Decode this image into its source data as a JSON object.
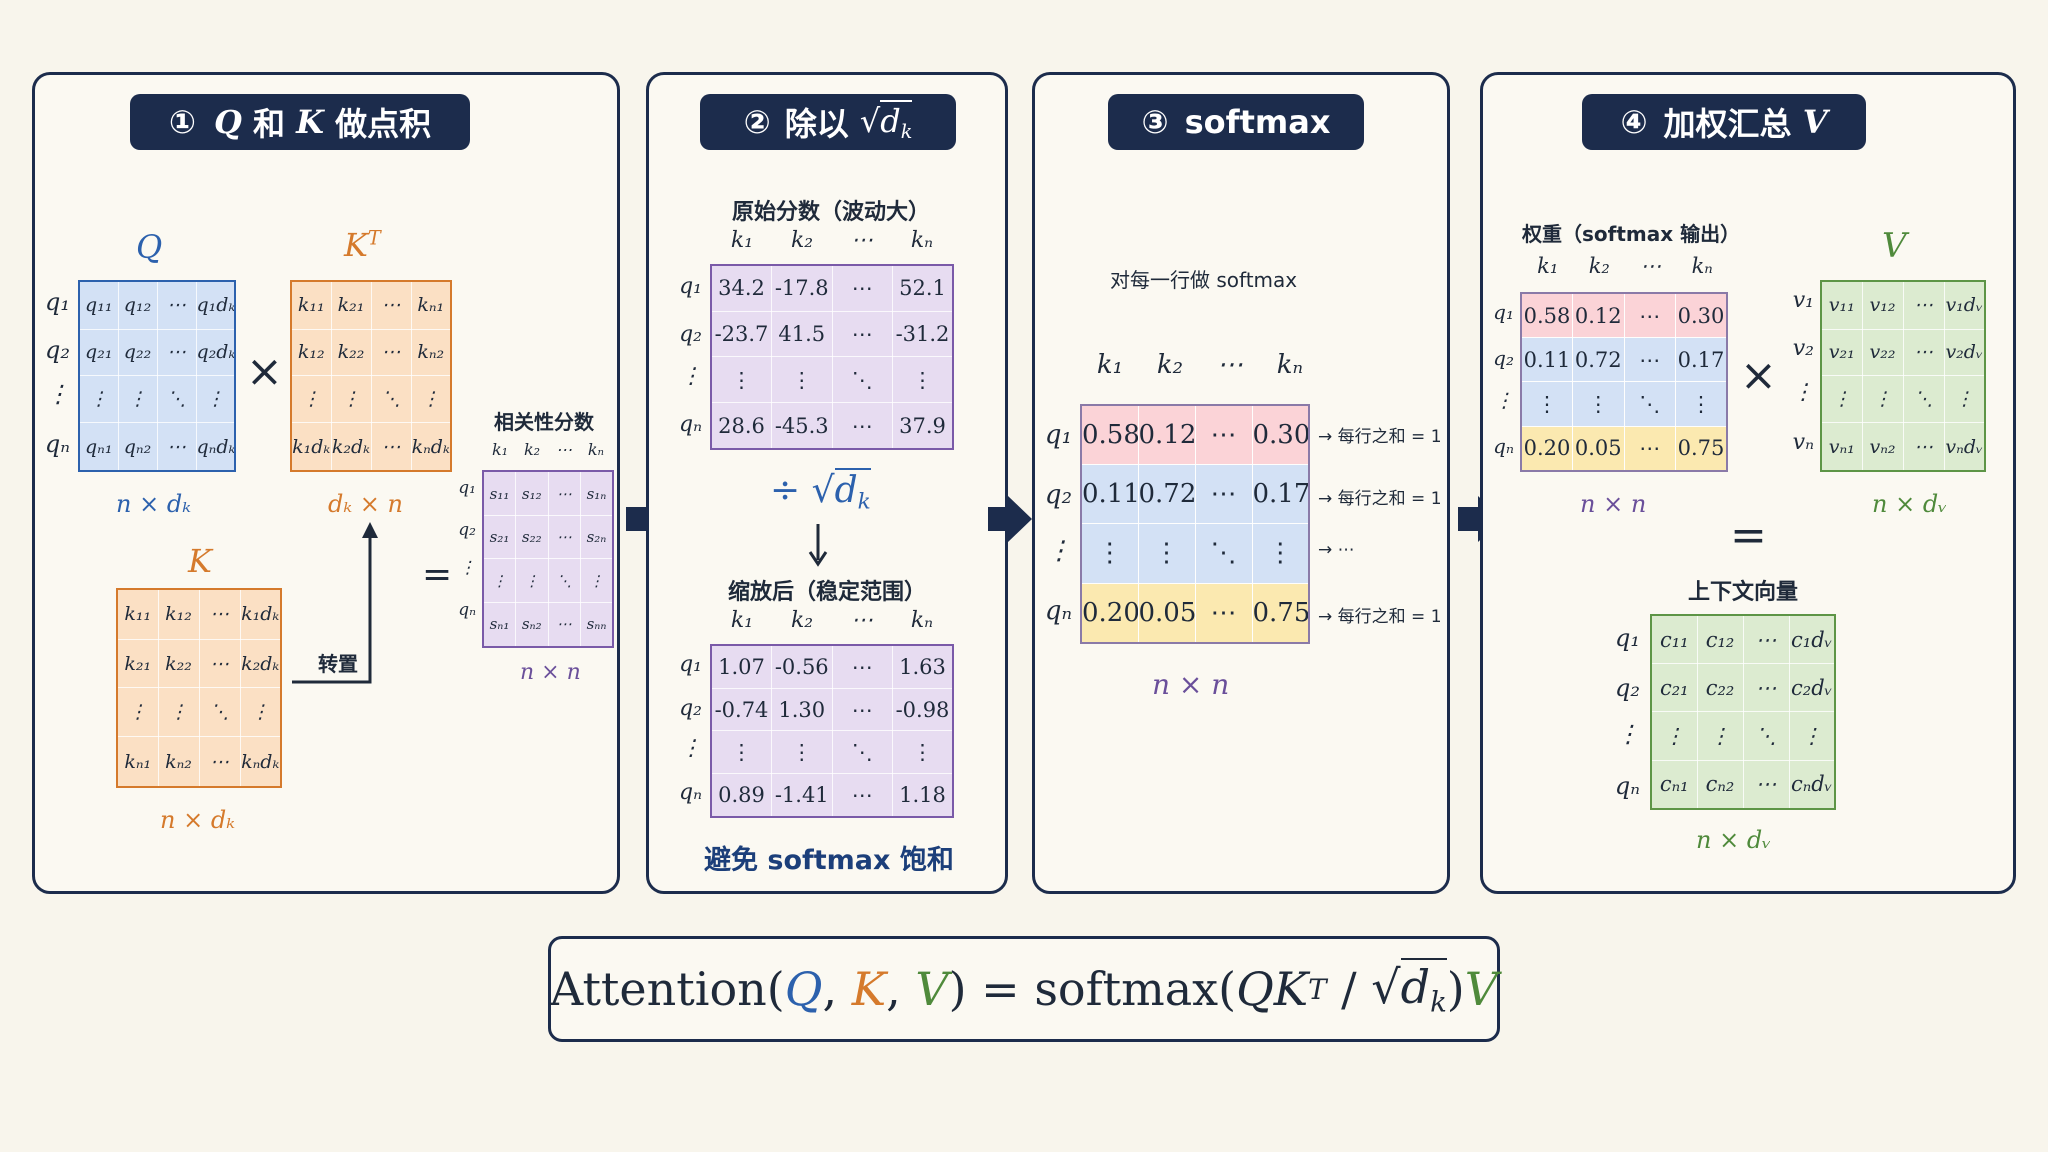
{
  "steps": [
    {
      "num": "①",
      "title_pre": "Q",
      "title_mid": " 和 ",
      "title_k": "K",
      "title_post": " 做点积"
    },
    {
      "num": "②",
      "title": "除以 "
    },
    {
      "num": "③",
      "title": "softmax"
    },
    {
      "num": "④",
      "title": "加权汇总 ",
      "title_v": "V"
    }
  ],
  "sym": {
    "Q": "Q",
    "K": "K",
    "KT": "K",
    "T": "T",
    "V": "V",
    "dk": "d",
    "k": "k",
    "v": "v",
    "n": "n"
  },
  "panel1": {
    "q_rows": [
      "q₁",
      "q₂",
      "⋮",
      "qₙ"
    ],
    "q_cells": [
      [
        "q₁₁",
        "q₁₂",
        "⋯",
        "q₁dₖ"
      ],
      [
        "q₂₁",
        "q₂₂",
        "⋯",
        "q₂dₖ"
      ],
      [
        "⋮",
        "⋮",
        "⋱",
        "⋮"
      ],
      [
        "qₙ₁",
        "qₙ₂",
        "⋯",
        "qₙdₖ"
      ]
    ],
    "q_dim": "n × dₖ",
    "kt_cells": [
      [
        "k₁₁",
        "k₂₁",
        "⋯",
        "kₙ₁"
      ],
      [
        "k₁₂",
        "k₂₂",
        "⋯",
        "kₙ₂"
      ],
      [
        "⋮",
        "⋮",
        "⋱",
        "⋮"
      ],
      [
        "k₁dₖ",
        "k₂dₖ",
        "⋯",
        "kₙdₖ"
      ]
    ],
    "kt_dim": "dₖ × n",
    "k_cells": [
      [
        "k₁₁",
        "k₁₂",
        "⋯",
        "k₁dₖ"
      ],
      [
        "k₂₁",
        "k₂₂",
        "⋯",
        "k₂dₖ"
      ],
      [
        "⋮",
        "⋮",
        "⋱",
        "⋮"
      ],
      [
        "kₙ₁",
        "kₙ₂",
        "⋯",
        "kₙdₖ"
      ]
    ],
    "k_dim": "n × dₖ",
    "transpose": "转置",
    "times": "×",
    "equals": "=",
    "score_title": "相关性分数",
    "score_cols": [
      "k₁",
      "k₂",
      "⋯",
      "kₙ"
    ],
    "score_rows": [
      "q₁",
      "q₂",
      "⋮",
      "qₙ"
    ],
    "score_cells": [
      [
        "s₁₁",
        "s₁₂",
        "⋯",
        "s₁ₙ"
      ],
      [
        "s₂₁",
        "s₂₂",
        "⋯",
        "s₂ₙ"
      ],
      [
        "⋮",
        "⋮",
        "⋱",
        "⋮"
      ],
      [
        "sₙ₁",
        "sₙ₂",
        "⋯",
        "sₙₙ"
      ]
    ],
    "score_dim": "n × n"
  },
  "panel2": {
    "raw_title": "原始分数（波动大）",
    "cols": [
      "k₁",
      "k₂",
      "⋯",
      "kₙ"
    ],
    "rows": [
      "q₁",
      "q₂",
      "⋮",
      "qₙ"
    ],
    "raw_cells": [
      [
        "34.2",
        "-17.8",
        "⋯",
        "52.1"
      ],
      [
        "-23.7",
        "41.5",
        "⋯",
        "-31.2"
      ],
      [
        "⋮",
        "⋮",
        "⋱",
        "⋮"
      ],
      [
        "28.6",
        "-45.3",
        "⋯",
        "37.9"
      ]
    ],
    "divide": "÷",
    "scaled_title": "缩放后（稳定范围）",
    "scaled_cells": [
      [
        "1.07",
        "-0.56",
        "⋯",
        "1.63"
      ],
      [
        "-0.74",
        "1.30",
        "⋯",
        "-0.98"
      ],
      [
        "⋮",
        "⋮",
        "⋱",
        "⋮"
      ],
      [
        "0.89",
        "-1.41",
        "⋯",
        "1.18"
      ]
    ],
    "footer": "避免 softmax 饱和"
  },
  "panel3": {
    "note": "对每一行做 softmax",
    "cols": [
      "k₁",
      "k₂",
      "⋯",
      "kₙ"
    ],
    "rows": [
      "q₁",
      "q₂",
      "⋮",
      "qₙ"
    ],
    "cells": [
      [
        "0.58",
        "0.12",
        "⋯",
        "0.30"
      ],
      [
        "0.11",
        "0.72",
        "⋯",
        "0.17"
      ],
      [
        "⋮",
        "⋮",
        "⋱",
        "⋮"
      ],
      [
        "0.20",
        "0.05",
        "⋯",
        "0.75"
      ]
    ],
    "row_notes": [
      "→ 每行之和 = 1",
      "→ 每行之和 = 1",
      "→ ⋯",
      "→ 每行之和 = 1"
    ],
    "dim": "n × n"
  },
  "panel4": {
    "weights_title": "权重（softmax 输出）",
    "cols": [
      "k₁",
      "k₂",
      "⋯",
      "kₙ"
    ],
    "rows": [
      "q₁",
      "q₂",
      "⋮",
      "qₙ"
    ],
    "w_cells": [
      [
        "0.58",
        "0.12",
        "⋯",
        "0.30"
      ],
      [
        "0.11",
        "0.72",
        "⋯",
        "0.17"
      ],
      [
        "⋮",
        "⋮",
        "⋱",
        "⋮"
      ],
      [
        "0.20",
        "0.05",
        "⋯",
        "0.75"
      ]
    ],
    "w_dim": "n × n",
    "v_rows": [
      "v₁",
      "v₂",
      "⋮",
      "vₙ"
    ],
    "v_cells": [
      [
        "v₁₁",
        "v₁₂",
        "⋯",
        "v₁dᵥ"
      ],
      [
        "v₂₁",
        "v₂₂",
        "⋯",
        "v₂dᵥ"
      ],
      [
        "⋮",
        "⋮",
        "⋱",
        "⋮"
      ],
      [
        "vₙ₁",
        "vₙ₂",
        "⋯",
        "vₙdᵥ"
      ]
    ],
    "v_dim": "n × dᵥ",
    "times": "×",
    "equals": "=",
    "ctx_title": "上下文向量",
    "c_rows": [
      "q₁",
      "q₂",
      "⋮",
      "qₙ"
    ],
    "c_cells": [
      [
        "c₁₁",
        "c₁₂",
        "⋯",
        "c₁dᵥ"
      ],
      [
        "c₂₁",
        "c₂₂",
        "⋯",
        "c₂dᵥ"
      ],
      [
        "⋮",
        "⋮",
        "⋱",
        "⋮"
      ],
      [
        "cₙ₁",
        "cₙ₂",
        "⋯",
        "cₙdᵥ"
      ]
    ],
    "c_dim": "n × dᵥ"
  },
  "formula": {
    "lhs": "Attention(",
    "q": "Q",
    "comma1": ", ",
    "k": "K",
    "comma2": ", ",
    "v": "V",
    "close": ")",
    "eq": " = ",
    "softmax": "softmax(",
    "qk": "QK",
    "t": "T",
    "slash": " / ",
    "d": "d",
    "dsub": "k",
    "close2": ")",
    "v2": "V"
  },
  "colors": {
    "navy": "#1c2c4c",
    "blue": "#2c61ad",
    "orange": "#d57a2c",
    "purple": "#7a5aa8",
    "green": "#5d9546",
    "row1": "#fbd3d7",
    "row2": "#d3e1f5",
    "row3": "#d3e1f5",
    "rowN": "#fbe9b0"
  }
}
